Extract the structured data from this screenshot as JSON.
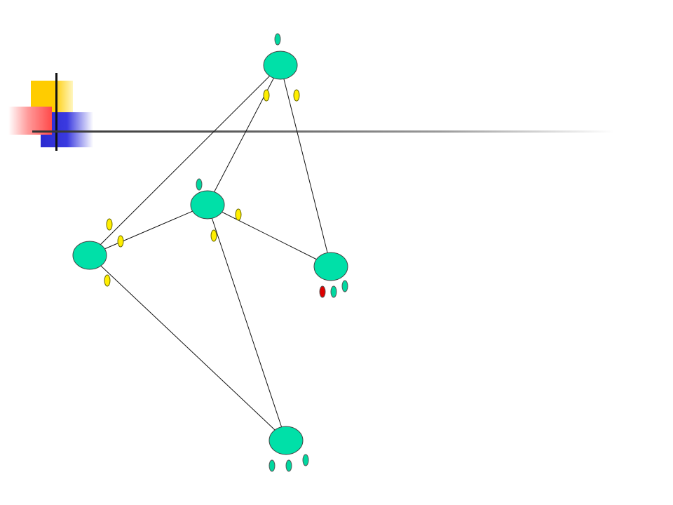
{
  "colors": {
    "node_fill": "#00e0a8",
    "node_stroke": "#444444",
    "edge_marker_fill": "#ffee00",
    "token_fill": "#00d8a0",
    "alert_token_fill": "#dd0000",
    "edge_stroke": "#111111",
    "accent_yellow": "#ffcc00",
    "accent_blue": "#2a2ad0",
    "accent_red": "#ff4a4a"
  },
  "diagram": {
    "type": "network-graph",
    "nodes": [
      {
        "id": "top",
        "tokens": [
          "normal"
        ]
      },
      {
        "id": "middle",
        "tokens": [
          "normal"
        ]
      },
      {
        "id": "left",
        "tokens": []
      },
      {
        "id": "right",
        "tokens": [
          "alert",
          "normal",
          "normal"
        ]
      },
      {
        "id": "bottom",
        "tokens": [
          "normal",
          "normal",
          "normal"
        ]
      }
    ],
    "edges": [
      {
        "from": "top",
        "to": "left",
        "markers": 1
      },
      {
        "from": "top",
        "to": "middle",
        "markers": 1
      },
      {
        "from": "top",
        "to": "right",
        "markers": 1
      },
      {
        "from": "middle",
        "to": "left",
        "markers": 1
      },
      {
        "from": "middle",
        "to": "right",
        "markers": 1
      },
      {
        "from": "middle",
        "to": "bottom",
        "markers": 1
      },
      {
        "from": "left",
        "to": "bottom",
        "markers": 1
      }
    ]
  }
}
